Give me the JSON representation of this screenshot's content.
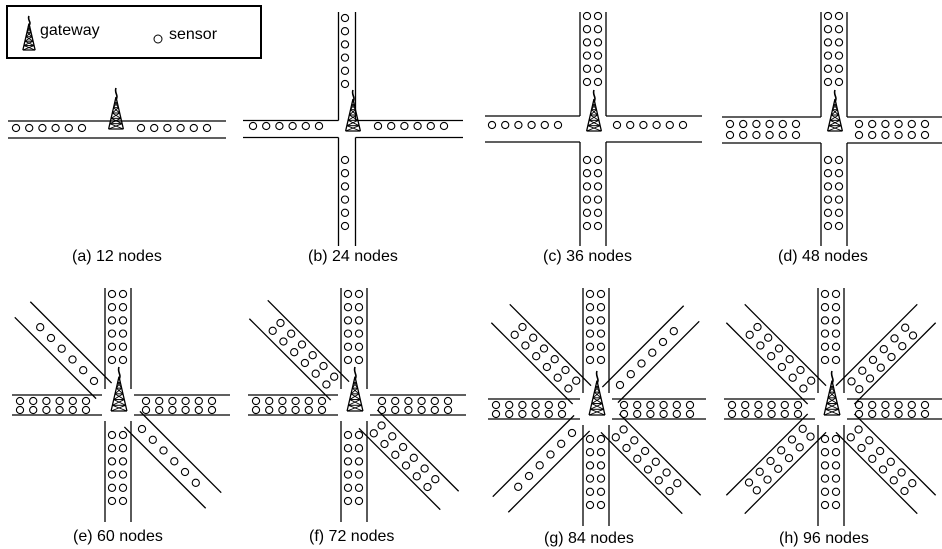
{
  "legend": {
    "gateway_label": "gateway",
    "sensor_label": "sensor",
    "gateway_icon": "radio-tower-icon",
    "sensor_icon": "circle-icon"
  },
  "panels": [
    {
      "caption": "(a) 12 nodes",
      "nodes": 12
    },
    {
      "caption": "(b) 24 nodes",
      "nodes": 24
    },
    {
      "caption": "(c) 36 nodes",
      "nodes": 36
    },
    {
      "caption": "(d) 48 nodes",
      "nodes": 48
    },
    {
      "caption": "(e) 60 nodes",
      "nodes": 60
    },
    {
      "caption": "(f) 72 nodes",
      "nodes": 72
    },
    {
      "caption": "(g) 84 nodes",
      "nodes": 84
    },
    {
      "caption": "(h) 96 nodes",
      "nodes": 96
    }
  ],
  "colors": {
    "ink": "#000000",
    "background": "#ffffff"
  }
}
